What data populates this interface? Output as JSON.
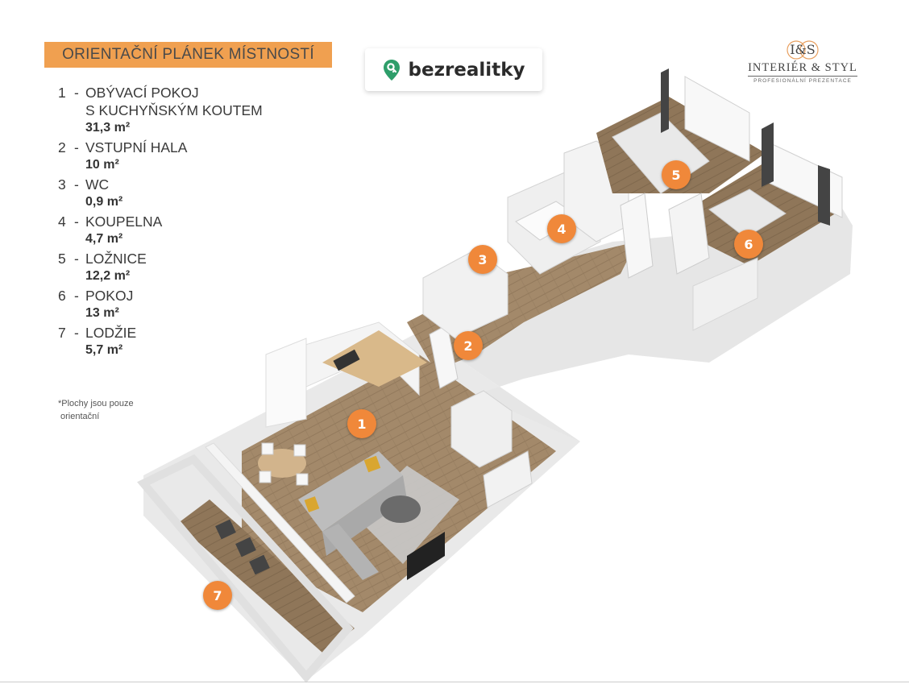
{
  "title": "ORIENTAČNÍ PLÁNEK MÍSTNOSTÍ",
  "rooms": [
    {
      "num": "1",
      "dash": "-",
      "name": "OBÝVACÍ POKOJ",
      "name2": "S KUCHYŇSKÝM KOUTEM",
      "area": "31,3 m²"
    },
    {
      "num": "2",
      "dash": "-",
      "name": "VSTUPNÍ HALA",
      "area": "10 m²"
    },
    {
      "num": "3",
      "dash": "-",
      "name": "WC",
      "area": "0,9 m²"
    },
    {
      "num": "4",
      "dash": "-",
      "name": "KOUPELNA",
      "area": "4,7 m²"
    },
    {
      "num": "5",
      "dash": "-",
      "name": "LOŽNICE",
      "area": "12,2 m²"
    },
    {
      "num": "6",
      "dash": "-",
      "name": "POKOJ",
      "area": "13 m²"
    },
    {
      "num": "7",
      "dash": "-",
      "name": "LODŽIE",
      "area": "5,7 m²"
    }
  ],
  "footnote_line1": "*Plochy jsou pouze",
  "footnote_line2": "orientační",
  "brand": {
    "text": "bezrealitky",
    "icon": "location-pin-key-icon",
    "color": "#2e9e6a"
  },
  "logo": {
    "monogram": "I&S",
    "name": "INTERIÉR & STYL",
    "subtitle": "PROFESIONÁLNÍ PREZENTACE"
  },
  "markers": [
    "1",
    "2",
    "3",
    "4",
    "5",
    "6",
    "7"
  ],
  "colors": {
    "accent": "#f0a050",
    "marker": "#f0883a",
    "floor": "#a08565",
    "wall": "#f2f2f2"
  }
}
